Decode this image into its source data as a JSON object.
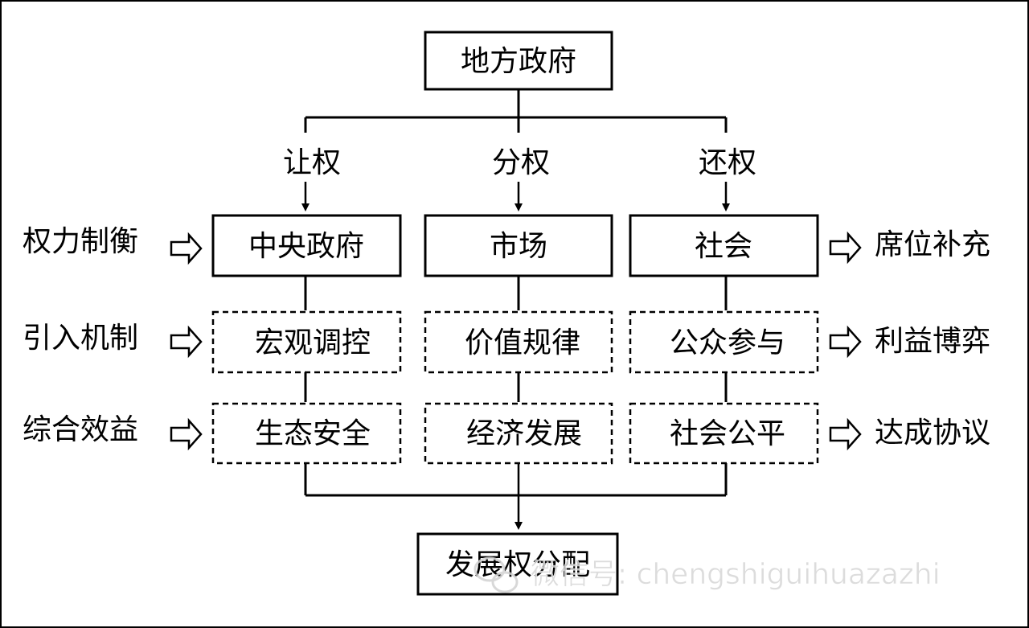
{
  "diagram": {
    "top_node": "地方政府",
    "branch_labels": [
      "让权",
      "分权",
      "还权"
    ],
    "entities": [
      "中央政府",
      "市场",
      "社会"
    ],
    "mechanisms": [
      "宏观调控",
      "价值规律",
      "公众参与"
    ],
    "outcomes": [
      "生态安全",
      "经济发展",
      "社会公平"
    ],
    "bottom_node": "发展权分配",
    "left_labels": [
      "权力制衡",
      "引入机制",
      "综合效益"
    ],
    "right_labels": [
      "席位补充",
      "利益博弈",
      "达成协议"
    ]
  },
  "watermark": {
    "text": "微信号: chengshiguihuazazhi",
    "icon": "wechat-icon"
  },
  "colors": {
    "line": "#000000",
    "background": "#ffffff",
    "watermark": "#dcdcdc"
  }
}
